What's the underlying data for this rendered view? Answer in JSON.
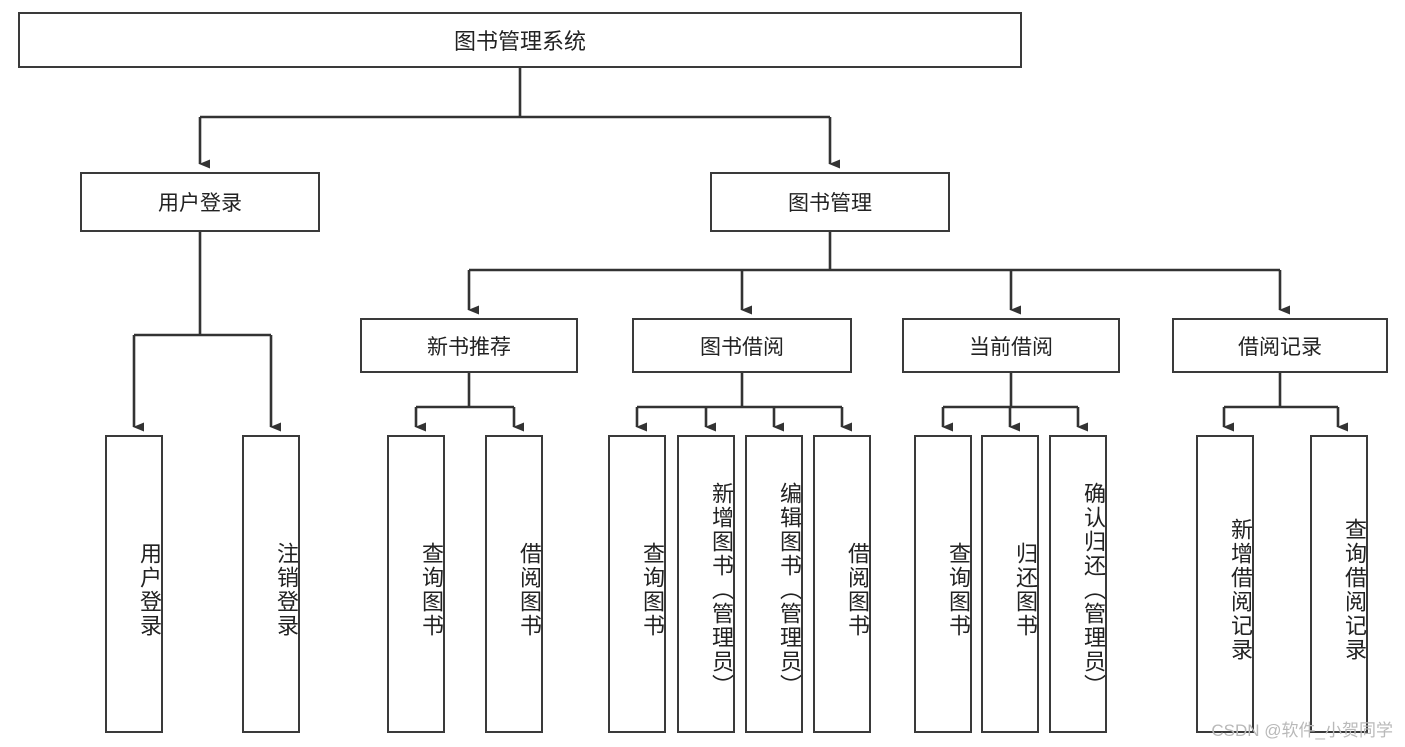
{
  "diagram": {
    "title": "图书管理系统",
    "type": "hierarchy-tree",
    "watermark": "CSDN @软件_小贺同学",
    "colors": {
      "box_border": "#3a3a3a",
      "box_fill": "#ffffff",
      "connector": "#333333",
      "text": "#222222",
      "watermark": "#b9b9b9"
    },
    "nodes": {
      "root": {
        "label": "图书管理系统"
      },
      "level2": [
        {
          "id": "user-login",
          "label": "用户登录"
        },
        {
          "id": "book-management",
          "label": "图书管理"
        }
      ],
      "level3": [
        {
          "id": "new-book-recommend",
          "label": "新书推荐"
        },
        {
          "id": "book-borrow",
          "label": "图书借阅"
        },
        {
          "id": "current-borrow",
          "label": "当前借阅"
        },
        {
          "id": "borrow-record",
          "label": "借阅记录"
        }
      ],
      "leaves": {
        "user-login": [
          {
            "id": "leaf-user-login",
            "label": "用户登录"
          },
          {
            "id": "leaf-logout-login",
            "label": "注销登录"
          }
        ],
        "new-book-recommend": [
          {
            "id": "leaf-query-book-1",
            "label": "查询图书"
          },
          {
            "id": "leaf-borrow-book-1",
            "label": "借阅图书"
          }
        ],
        "book-borrow": [
          {
            "id": "leaf-query-book-2",
            "label": "查询图书"
          },
          {
            "id": "leaf-add-book-admin",
            "label": "新增图书（管理员）"
          },
          {
            "id": "leaf-edit-book-admin",
            "label": "编辑图书（管理员）"
          },
          {
            "id": "leaf-borrow-book-2",
            "label": "借阅图书"
          }
        ],
        "current-borrow": [
          {
            "id": "leaf-query-book-3",
            "label": "查询图书"
          },
          {
            "id": "leaf-return-book",
            "label": "归还图书"
          },
          {
            "id": "leaf-confirm-return-admin",
            "label": "确认归还（管理员）"
          }
        ],
        "borrow-record": [
          {
            "id": "leaf-add-borrow-record",
            "label": "新增借阅记录"
          },
          {
            "id": "leaf-query-borrow-record",
            "label": "查询借阅记录"
          }
        ]
      }
    }
  }
}
